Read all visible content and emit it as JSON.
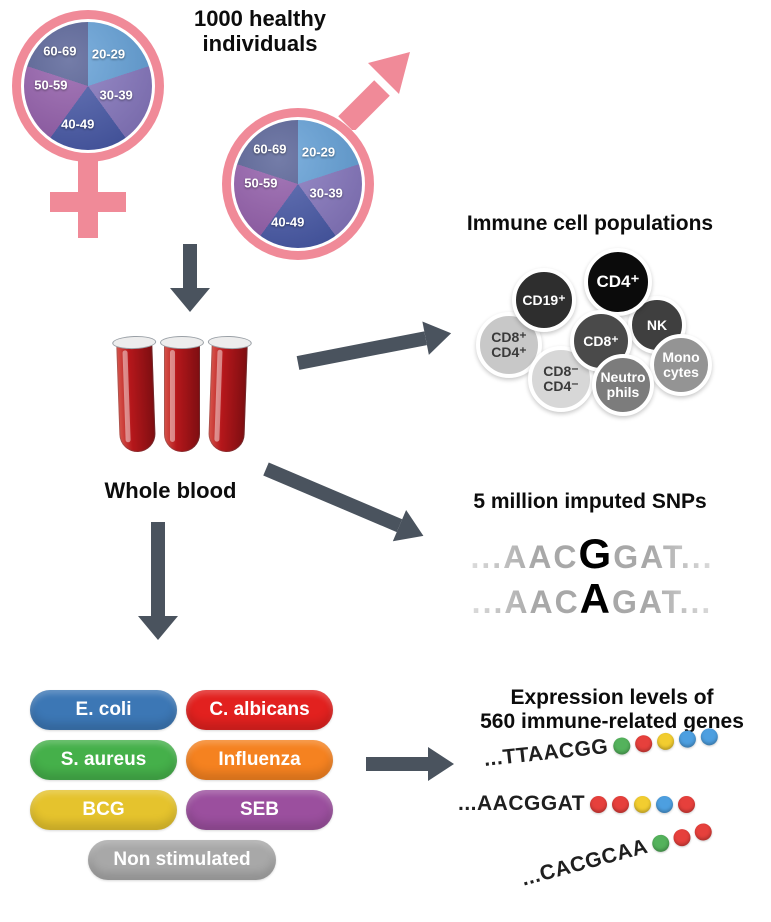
{
  "title": "1000 healthy individuals",
  "ages": [
    "20-29",
    "30-39",
    "40-49",
    "50-59",
    "60-69"
  ],
  "age_colors": [
    "#5b9bd5",
    "#8070bb",
    "#3f51a3",
    "#8d55a6",
    "#4d5890"
  ],
  "whole_blood": "Whole blood",
  "immune": {
    "heading": "Immune cell populations",
    "cells": [
      {
        "label": "CD19⁺",
        "color": "#2e2e2e"
      },
      {
        "label": "CD4⁺",
        "color": "#0b0b0b"
      },
      {
        "label": "NK",
        "color": "#3f3f3f"
      },
      {
        "label": "CD8⁺",
        "color": "#4a4a4a"
      },
      {
        "label": "CD8⁺\nCD4⁺",
        "color": "#c8c8c8"
      },
      {
        "label": "CD8⁻\nCD4⁻",
        "color": "#d7d7d7"
      },
      {
        "label": "Neutro\nphils",
        "color": "#7c7c7c"
      },
      {
        "label": "Mono\ncytes",
        "color": "#949494"
      }
    ]
  },
  "snps": {
    "heading": "5 million imputed SNPs",
    "sequences": [
      {
        "prefix": "...AAC",
        "variant": "G",
        "suffix": "GAT..."
      },
      {
        "prefix": "...AAC",
        "variant": "A",
        "suffix": "GAT..."
      }
    ]
  },
  "stimuli": {
    "items": [
      {
        "label": "E. coli",
        "color": "#3c77b5"
      },
      {
        "label": "C. albicans",
        "color": "#e2211f"
      },
      {
        "label": "S. aureus",
        "color": "#45b04a"
      },
      {
        "label": "Influenza",
        "color": "#f58220"
      },
      {
        "label": "BCG",
        "color": "#e5c32d"
      },
      {
        "label": "SEB",
        "color": "#9b4f9e"
      },
      {
        "label": "Non stimulated",
        "color": "#a8a8a8"
      }
    ]
  },
  "expression": {
    "heading_line1": "Expression levels of",
    "heading_line2": "560 immune-related genes",
    "rows": [
      {
        "sequence": "...TTAACGG",
        "dots": [
          "#54b25c",
          "#e6403c",
          "#f2cd30",
          "#4d9fe0",
          "#4d9fe0"
        ]
      },
      {
        "sequence": "...AACGGAT",
        "dots": [
          "#e6403c",
          "#e6403c",
          "#f2cd30",
          "#4d9fe0",
          "#e6403c"
        ]
      },
      {
        "sequence": "...CACGCAA",
        "dots": [
          "#54b25c",
          "#e6403c",
          "#e6403c"
        ]
      }
    ]
  },
  "colors": {
    "arrow": "#4a535e",
    "gender_pink": "#f08a98"
  }
}
